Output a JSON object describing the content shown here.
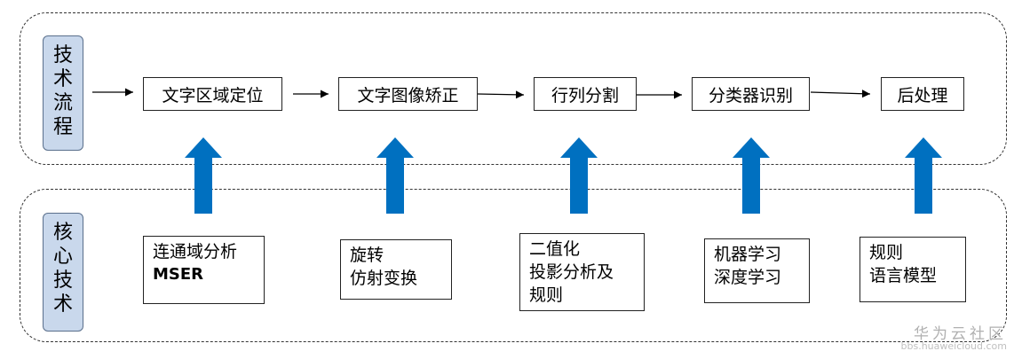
{
  "process_label": "技\n术\n流\n程",
  "core_label": "核\n心\n技\n术",
  "steps": [
    {
      "label": "文字区域定位"
    },
    {
      "label": "文字图像矫正"
    },
    {
      "label": "行列分割"
    },
    {
      "label": "分类器识别"
    },
    {
      "label": "后处理"
    }
  ],
  "techs": [
    {
      "line1": "连通域分析",
      "line2": "MSER",
      "line3": ""
    },
    {
      "line1": "旋转",
      "line2": "仿射变换",
      "line3": ""
    },
    {
      "line1": "二值化",
      "line2": "投影分析及",
      "line3": "规则"
    },
    {
      "line1": "机器学习",
      "line2": "深度学习",
      "line3": ""
    },
    {
      "line1": "规则",
      "line2": "语言模型",
      "line3": ""
    }
  ],
  "watermark": {
    "title": "华为云社区",
    "url": "bbs.huaweicloud.com"
  },
  "colors": {
    "up_arrow": "#0070c0",
    "label_fill": "#c9d8ec"
  }
}
